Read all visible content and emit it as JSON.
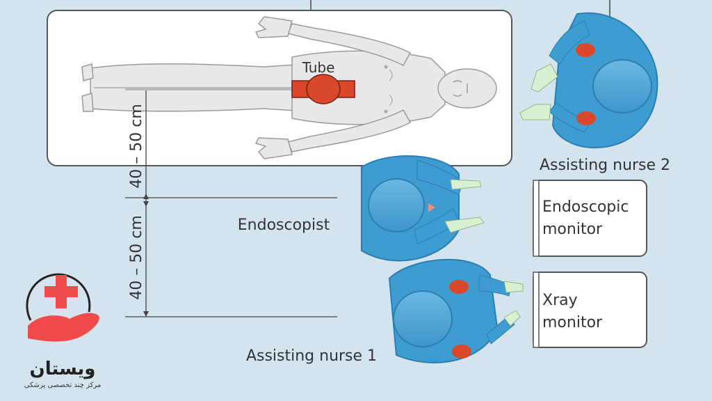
{
  "labels": {
    "tube": "Tube",
    "endoscopist": "Endoscopist",
    "assisting_nurse_1": "Assisting nurse 1",
    "assisting_nurse_2": "Assisting nurse 2",
    "distance_upper": "40 – 50 cm",
    "distance_lower": "40 – 50 cm"
  },
  "monitors": {
    "endoscopic": [
      "Endoscopic",
      "monitor"
    ],
    "xray": [
      "Xray",
      "monitor"
    ]
  },
  "logo": {
    "name": "ویستان",
    "tagline": "مرکز چند تخصصی پزشکی"
  },
  "colors": {
    "background": "#d4e4ef",
    "scrubs": "#3e9cd0",
    "scrubs_dark": "#2b7fb0",
    "glove": "#d8efd0",
    "tube": "#d9482b",
    "logo_red": "#f04a4a"
  }
}
